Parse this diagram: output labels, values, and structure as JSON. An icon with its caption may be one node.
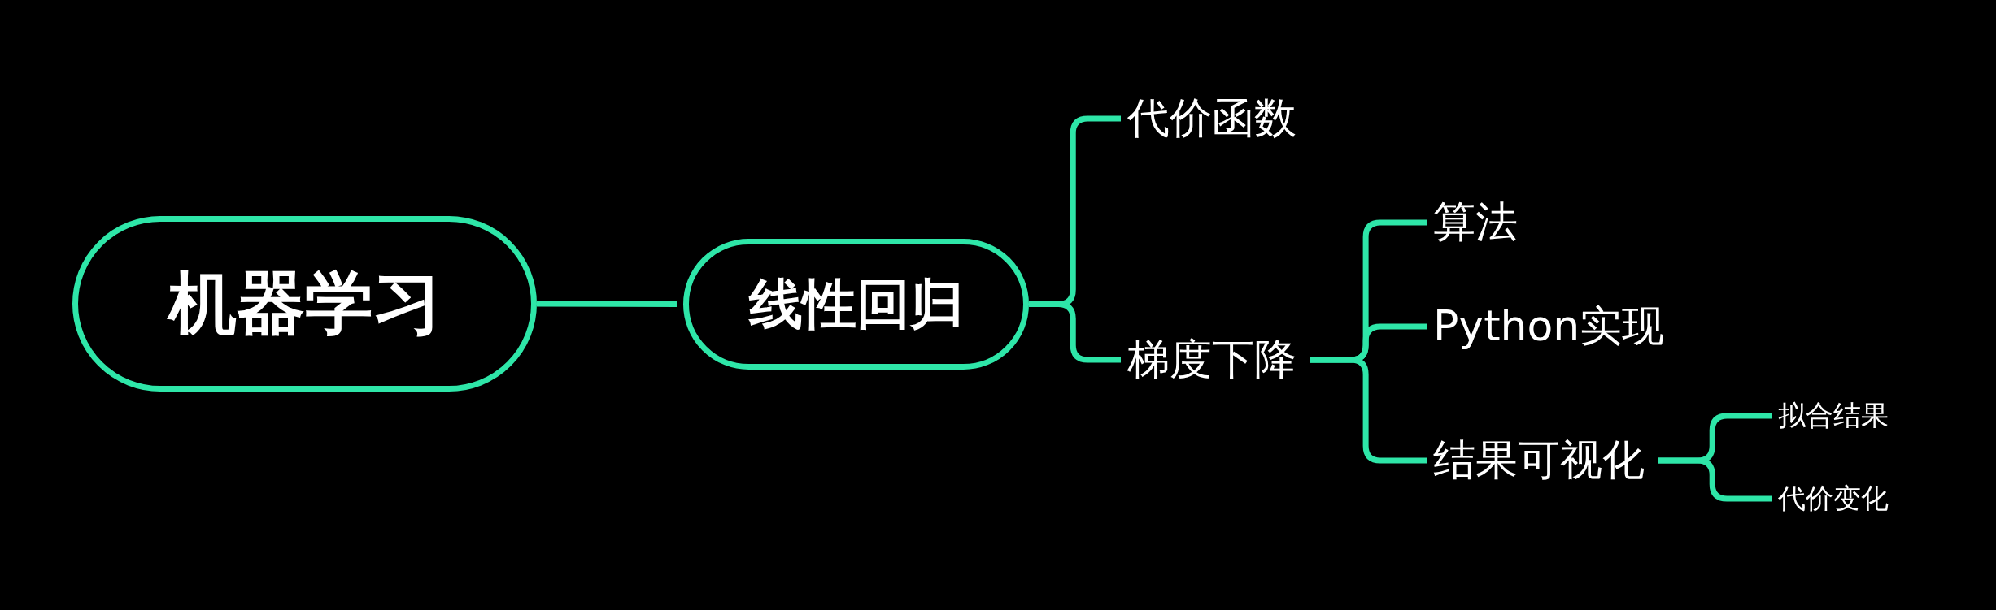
{
  "diagram": {
    "nodes": [
      {
        "text": [
          "机器学习"
        ]
      },
      {
        "text": [
          "线性回归"
        ]
      },
      {
        "text": [
          "代价函数"
        ]
      },
      {
        "text": [
          "梯度下降"
        ]
      },
      {
        "text": [
          "算法"
        ]
      },
      {
        "text": [
          "Python实现"
        ]
      },
      {
        "text": [
          "结果可视化"
        ]
      },
      {
        "text": [
          "拟合结果"
        ]
      },
      {
        "text": [
          "代价变化"
        ]
      }
    ],
    "edges": [
      {
        "from": 0,
        "to": 1,
        "arrow": "none"
      },
      {
        "from": 1,
        "to": 2,
        "arrow": "none"
      },
      {
        "from": 1,
        "to": 3,
        "arrow": "none"
      },
      {
        "from": 3,
        "to": 4,
        "arrow": "none"
      },
      {
        "from": 3,
        "to": 5,
        "arrow": "none"
      },
      {
        "from": 3,
        "to": 6,
        "arrow": "none"
      },
      {
        "from": 6,
        "to": 7,
        "arrow": "none"
      },
      {
        "from": 6,
        "to": 8,
        "arrow": "none"
      }
    ]
  }
}
